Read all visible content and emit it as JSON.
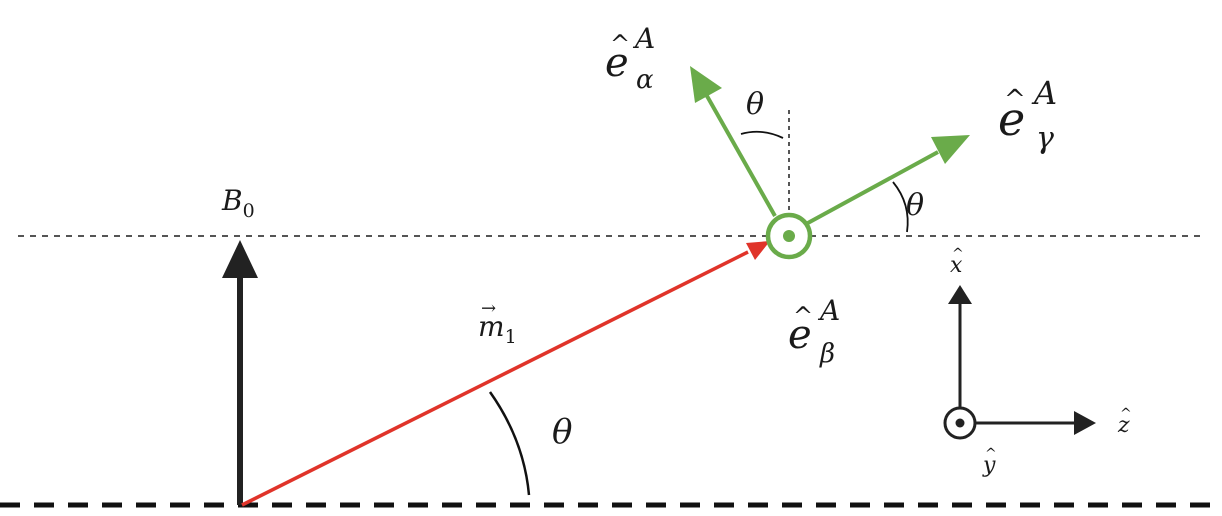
{
  "colors": {
    "magnetization": "#e0342a",
    "frame_a": "#6aab4a",
    "field": "#222222",
    "reference": "#555555"
  },
  "labels": {
    "field": {
      "symbol": "B",
      "sub": "0"
    },
    "magnetization": {
      "symbol": "m",
      "accent": "→",
      "sub": "1"
    },
    "angle": "θ",
    "e_alpha": {
      "symbol": "e",
      "accent": "^",
      "sup": "A",
      "sub": "α"
    },
    "e_beta": {
      "symbol": "e",
      "accent": "^",
      "sup": "A",
      "sub": "β"
    },
    "e_gamma": {
      "symbol": "e",
      "accent": "^",
      "sup": "A",
      "sub": "γ"
    },
    "axis_x": {
      "symbol": "x",
      "accent": "^"
    },
    "axis_y": {
      "symbol": "y",
      "accent": "^"
    },
    "axis_z": {
      "symbol": "z",
      "accent": "^"
    }
  }
}
